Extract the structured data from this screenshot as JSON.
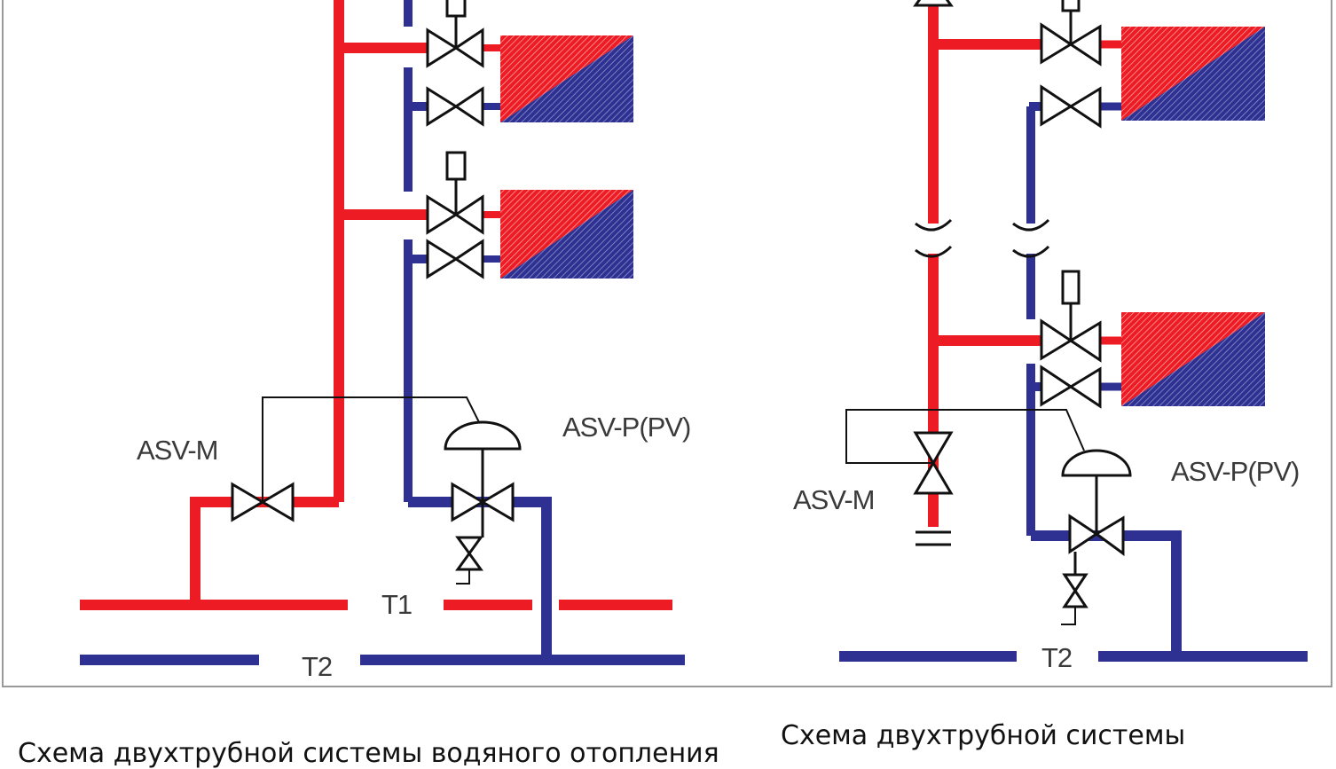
{
  "colors": {
    "supply": "#ed1c24",
    "return": "#2e3192",
    "symbol": "#111111",
    "label": "#3a3a3a",
    "border": "#999999"
  },
  "left_diagram": {
    "labels": {
      "balancing_valve": "ASV-M",
      "pressure_regulator": "ASV-P(PV)",
      "supply_line": "T1",
      "return_line": "T2"
    }
  },
  "right_diagram": {
    "labels": {
      "balancing_valve": "ASV-M",
      "pressure_regulator": "ASV-P(PV)",
      "return_line": "T2"
    }
  },
  "captions": {
    "left": "Схема двухтрубной системы водяного отопления",
    "right": "Схема двухтрубной системы"
  }
}
